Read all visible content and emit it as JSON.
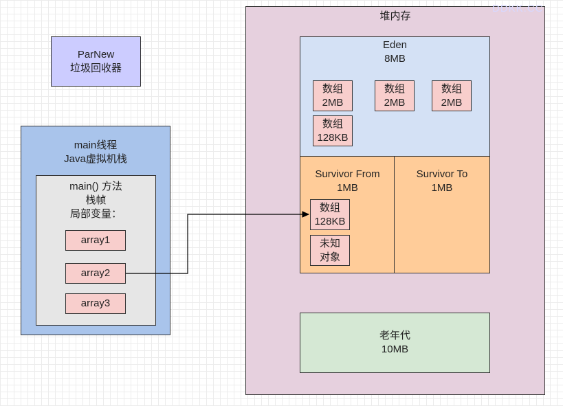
{
  "parnew": {
    "line1": "ParNew",
    "line2": "垃圾回收器"
  },
  "stack": {
    "title1": "main线程",
    "title2": "Java虚拟机栈",
    "frame": {
      "line1": "main() 方法",
      "line2": "栈帧",
      "line3": "局部变量："
    },
    "vars": [
      "array1",
      "array2",
      "array3"
    ]
  },
  "heap": {
    "title": "堆内存",
    "eden": {
      "name": "Eden",
      "size": "8MB",
      "arrays": [
        {
          "l1": "数组",
          "l2": "2MB"
        },
        {
          "l1": "数组",
          "l2": "2MB"
        },
        {
          "l1": "数组",
          "l2": "2MB"
        },
        {
          "l1": "数组",
          "l2": "128KB"
        }
      ]
    },
    "survivor_from": {
      "name": "Survivor From",
      "size": "1MB",
      "objects": [
        {
          "l1": "数组",
          "l2": "128KB"
        },
        {
          "l1": "未知",
          "l2": "对象"
        }
      ]
    },
    "survivor_to": {
      "name": "Survivor To",
      "size": "1MB"
    },
    "old": {
      "name": "老年代",
      "size": "10MB"
    }
  },
  "watermark": "DDKK.CC",
  "colors": {
    "parnew_fill": "#ccccff",
    "stack_fill": "#a9c4eb",
    "frame_fill": "#e6e6e6",
    "var_fill": "#f8cecc",
    "heap_fill": "#e6d0de",
    "eden_fill": "#d4e1f5",
    "survivor_fill": "#ffcc99",
    "old_fill": "#d5e8d4"
  }
}
